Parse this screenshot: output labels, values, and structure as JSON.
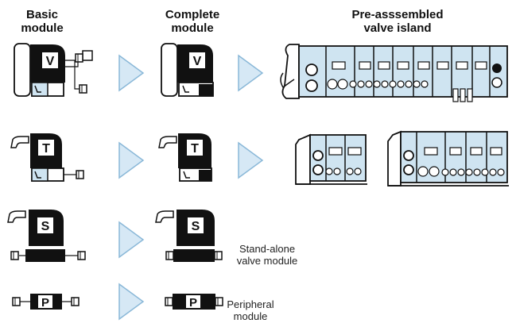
{
  "headers": {
    "basic": [
      "Basic",
      "module"
    ],
    "complete": [
      "Complete",
      "module"
    ],
    "preassembled": [
      "Pre-asssembled",
      "valve island"
    ]
  },
  "rows": [
    {
      "letter": "V"
    },
    {
      "letter": "T"
    },
    {
      "letter": "S",
      "caption": [
        "Stand-alone",
        "valve module"
      ]
    },
    {
      "letter": "P",
      "caption": [
        "Peripheral",
        "module"
      ]
    }
  ],
  "colors": {
    "module_body": "#111111",
    "island_fill": "#cfe4f1",
    "arrow_fill": "#d6e8f5",
    "arrow_stroke": "#8ab8d8",
    "line": "#333333"
  },
  "icons": [
    "process-arrow-icon",
    "valve-module-icon",
    "connector-plug-icon",
    "valve-island-icon"
  ]
}
